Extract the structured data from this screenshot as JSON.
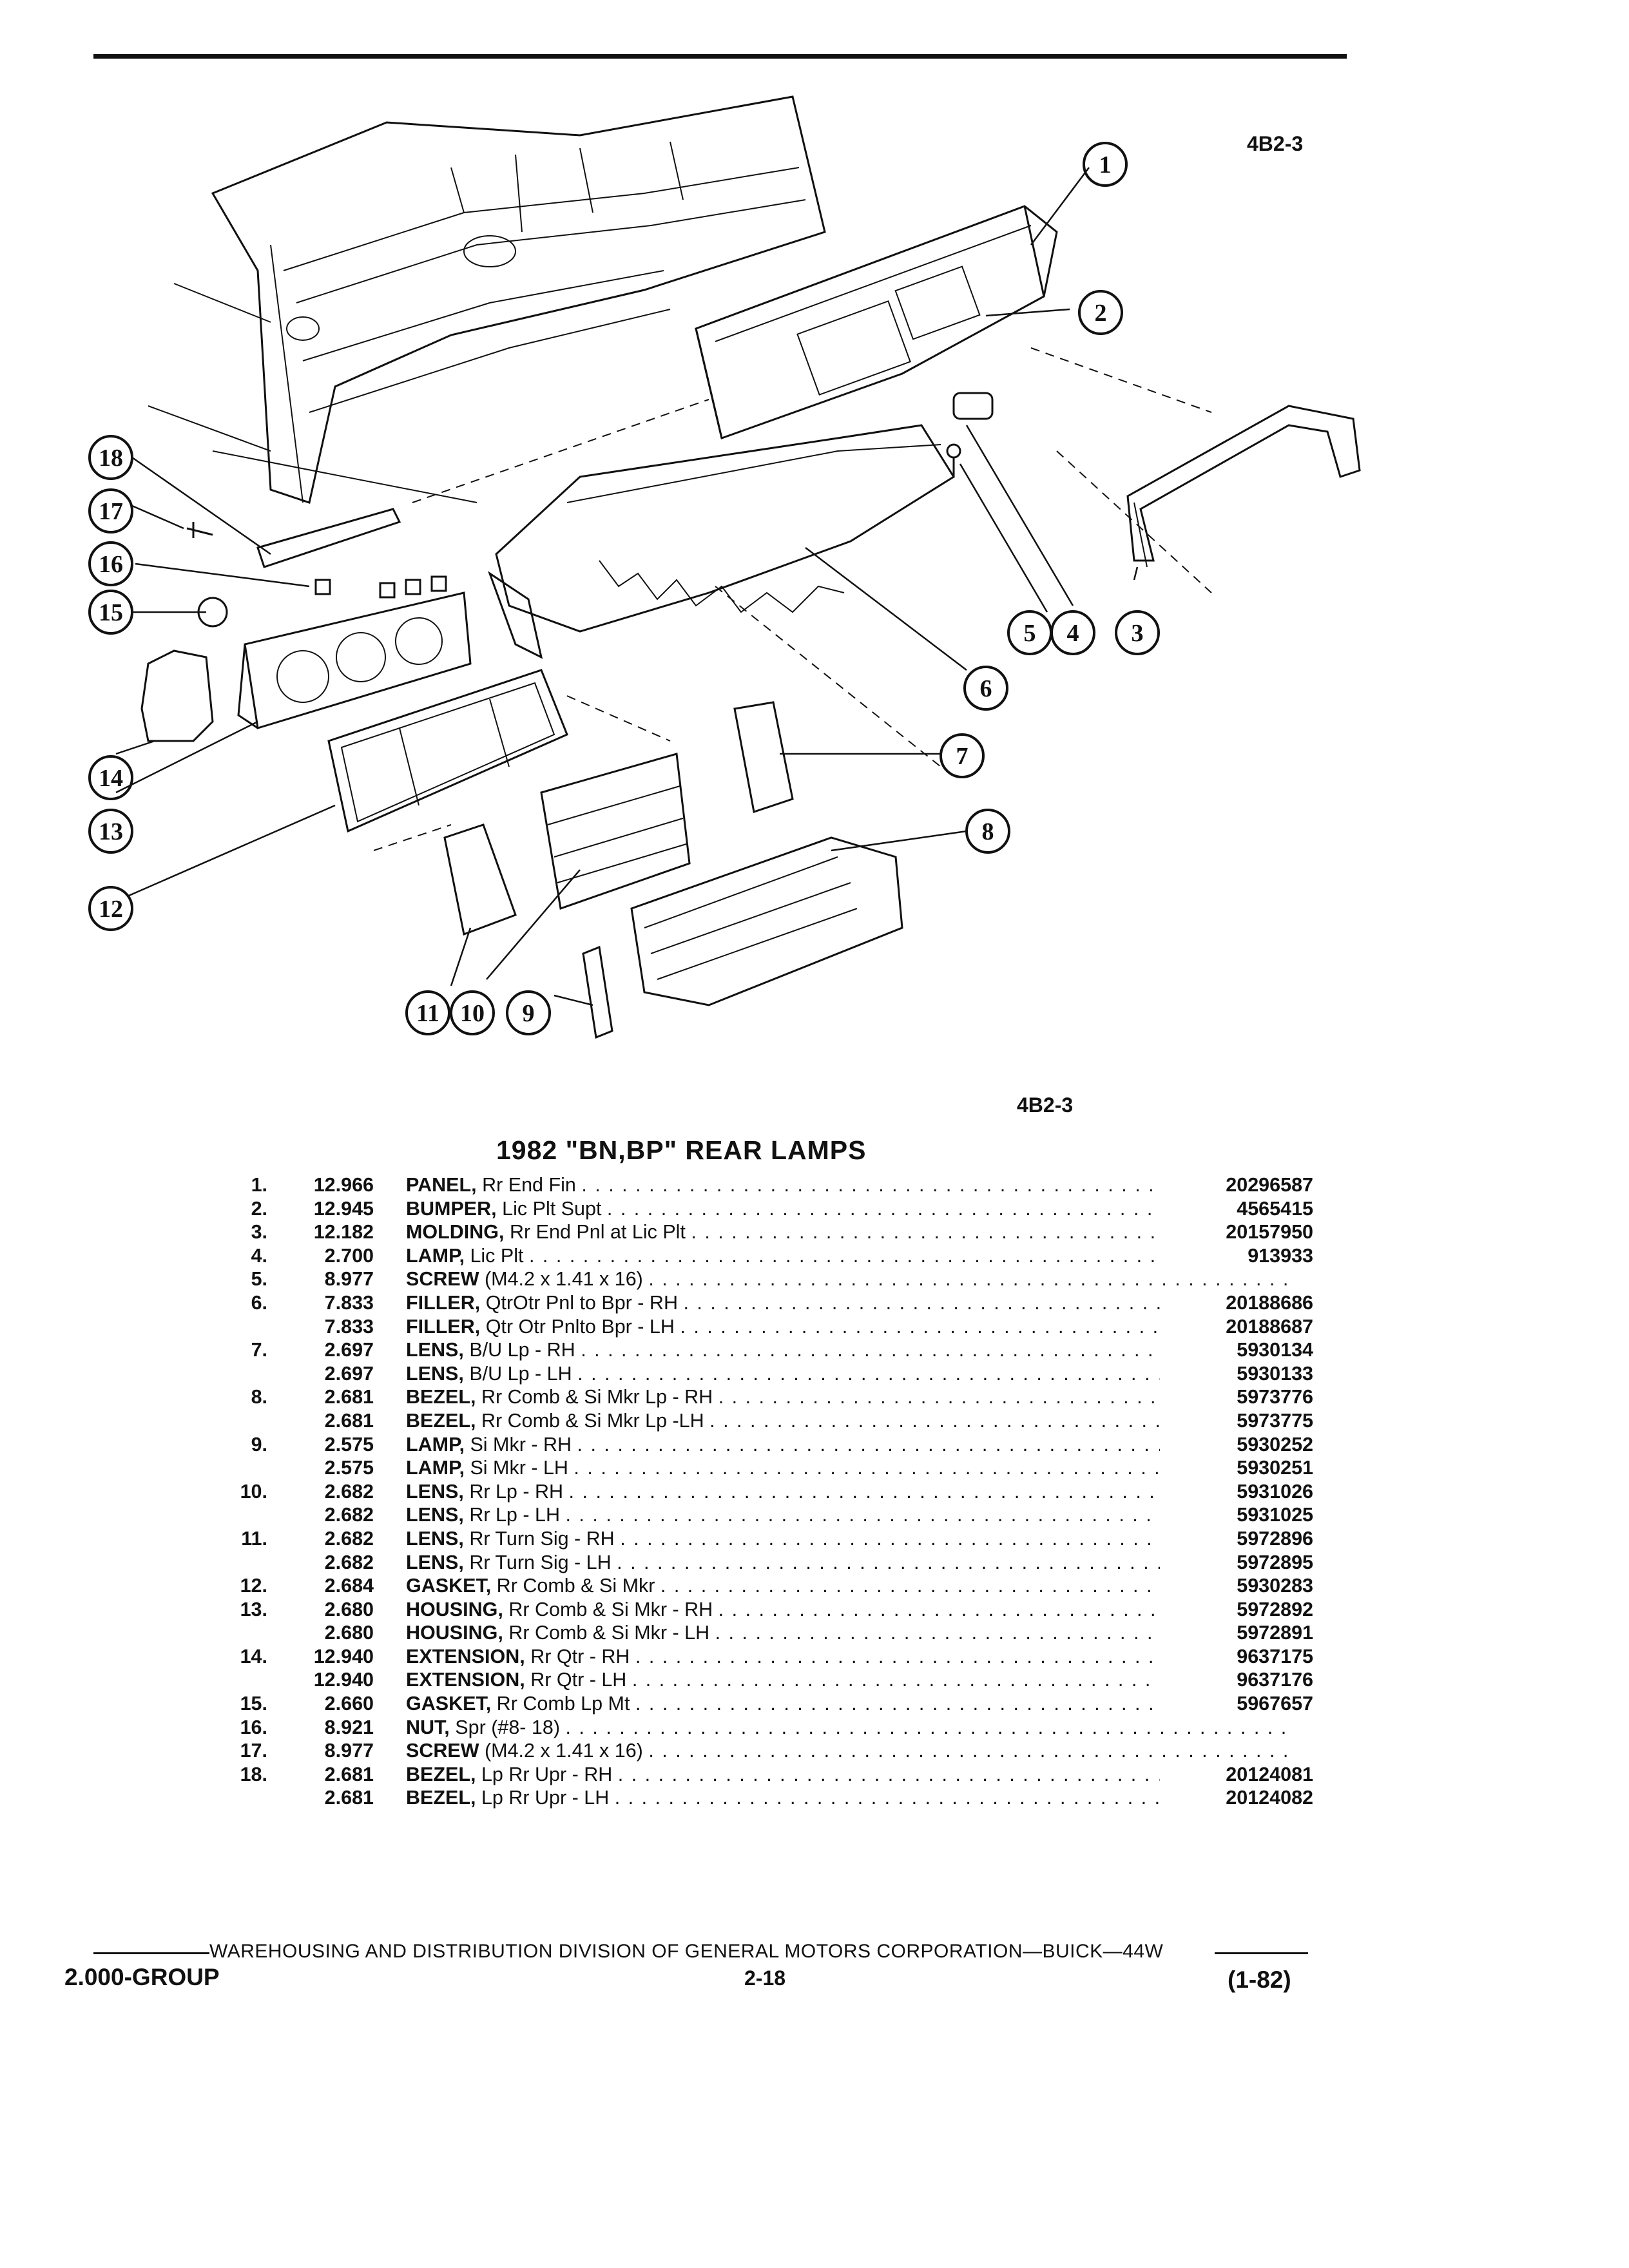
{
  "page_code_top": "4B2-3",
  "page_code_mid": "4B2-3",
  "title": "1982 \"BN,BP\" REAR LAMPS",
  "callouts": [
    "1",
    "2",
    "3",
    "4",
    "5",
    "6",
    "7",
    "8",
    "9",
    "10",
    "11",
    "12",
    "13",
    "14",
    "15",
    "16",
    "17",
    "18"
  ],
  "parts": [
    {
      "num": "1.",
      "group": "12.966",
      "name": "PANEL,",
      "detail": "Rr End Fin",
      "part": "20296587"
    },
    {
      "num": "2.",
      "group": "12.945",
      "name": "BUMPER,",
      "detail": "Lic Plt Supt",
      "part": "4565415"
    },
    {
      "num": "3.",
      "group": "12.182",
      "name": "MOLDING,",
      "detail": "Rr End Pnl at Lic Plt",
      "part": "20157950"
    },
    {
      "num": "4.",
      "group": "2.700",
      "name": "LAMP,",
      "detail": "Lic Plt",
      "part": "913933"
    },
    {
      "num": "5.",
      "group": "8.977",
      "name": "SCREW",
      "detail": "(M4.2 x 1.41 x 16)",
      "part": ""
    },
    {
      "num": "6.",
      "group": "7.833",
      "name": "FILLER,",
      "detail": "QtrOtr Pnl to Bpr - RH",
      "part": "20188686"
    },
    {
      "num": "",
      "group": "7.833",
      "name": "FILLER,",
      "detail": "Qtr Otr Pnlto Bpr - LH",
      "part": "20188687"
    },
    {
      "num": "7.",
      "group": "2.697",
      "name": "LENS,",
      "detail": "B/U Lp - RH",
      "part": "5930134"
    },
    {
      "num": "",
      "group": "2.697",
      "name": "LENS,",
      "detail": "B/U Lp - LH",
      "part": "5930133"
    },
    {
      "num": "8.",
      "group": "2.681",
      "name": "BEZEL,",
      "detail": "Rr Comb & Si Mkr Lp - RH",
      "part": "5973776"
    },
    {
      "num": "",
      "group": "2.681",
      "name": "BEZEL,",
      "detail": "Rr Comb & Si Mkr Lp -LH",
      "part": "5973775"
    },
    {
      "num": "9.",
      "group": "2.575",
      "name": "LAMP,",
      "detail": "Si Mkr - RH",
      "part": "5930252"
    },
    {
      "num": "",
      "group": "2.575",
      "name": "LAMP,",
      "detail": "Si Mkr - LH",
      "part": "5930251"
    },
    {
      "num": "10.",
      "group": "2.682",
      "name": "LENS,",
      "detail": "Rr Lp - RH",
      "part": "5931026"
    },
    {
      "num": "",
      "group": "2.682",
      "name": "LENS,",
      "detail": "Rr Lp - LH",
      "part": "5931025"
    },
    {
      "num": "11.",
      "group": "2.682",
      "name": "LENS,",
      "detail": "Rr Turn Sig - RH",
      "part": "5972896"
    },
    {
      "num": "",
      "group": "2.682",
      "name": "LENS,",
      "detail": "Rr Turn Sig - LH",
      "part": "5972895"
    },
    {
      "num": "12.",
      "group": "2.684",
      "name": "GASKET,",
      "detail": "Rr Comb & Si Mkr",
      "part": "5930283"
    },
    {
      "num": "13.",
      "group": "2.680",
      "name": "HOUSING,",
      "detail": "Rr Comb & Si Mkr - RH",
      "part": "5972892"
    },
    {
      "num": "",
      "group": "2.680",
      "name": "HOUSING,",
      "detail": "Rr Comb & Si Mkr - LH",
      "part": "5972891"
    },
    {
      "num": "14.",
      "group": "12.940",
      "name": "EXTENSION,",
      "detail": "Rr Qtr - RH",
      "part": "9637175"
    },
    {
      "num": "",
      "group": "12.940",
      "name": "EXTENSION,",
      "detail": "Rr Qtr - LH",
      "part": "9637176"
    },
    {
      "num": "15.",
      "group": "2.660",
      "name": "GASKET,",
      "detail": "Rr Comb Lp Mt",
      "part": "5967657"
    },
    {
      "num": "16.",
      "group": "8.921",
      "name": "NUT,",
      "detail": "Spr (#8- 18)",
      "part": ""
    },
    {
      "num": "17.",
      "group": "8.977",
      "name": "SCREW",
      "detail": "(M4.2 x 1.41 x 16)",
      "part": ""
    },
    {
      "num": "18.",
      "group": "2.681",
      "name": "BEZEL,",
      "detail": "Lp Rr Upr - RH",
      "part": "20124081"
    },
    {
      "num": "",
      "group": "2.681",
      "name": "BEZEL,",
      "detail": "Lp Rr Upr - LH",
      "part": "20124082"
    }
  ],
  "footer": {
    "text": "WAREHOUSING AND DISTRIBUTION  DIVISION OF GENERAL MOTORS CORPORATION—BUICK—44W",
    "group": "2.000-GROUP",
    "page": "2-18",
    "revision": "(1-82)"
  }
}
